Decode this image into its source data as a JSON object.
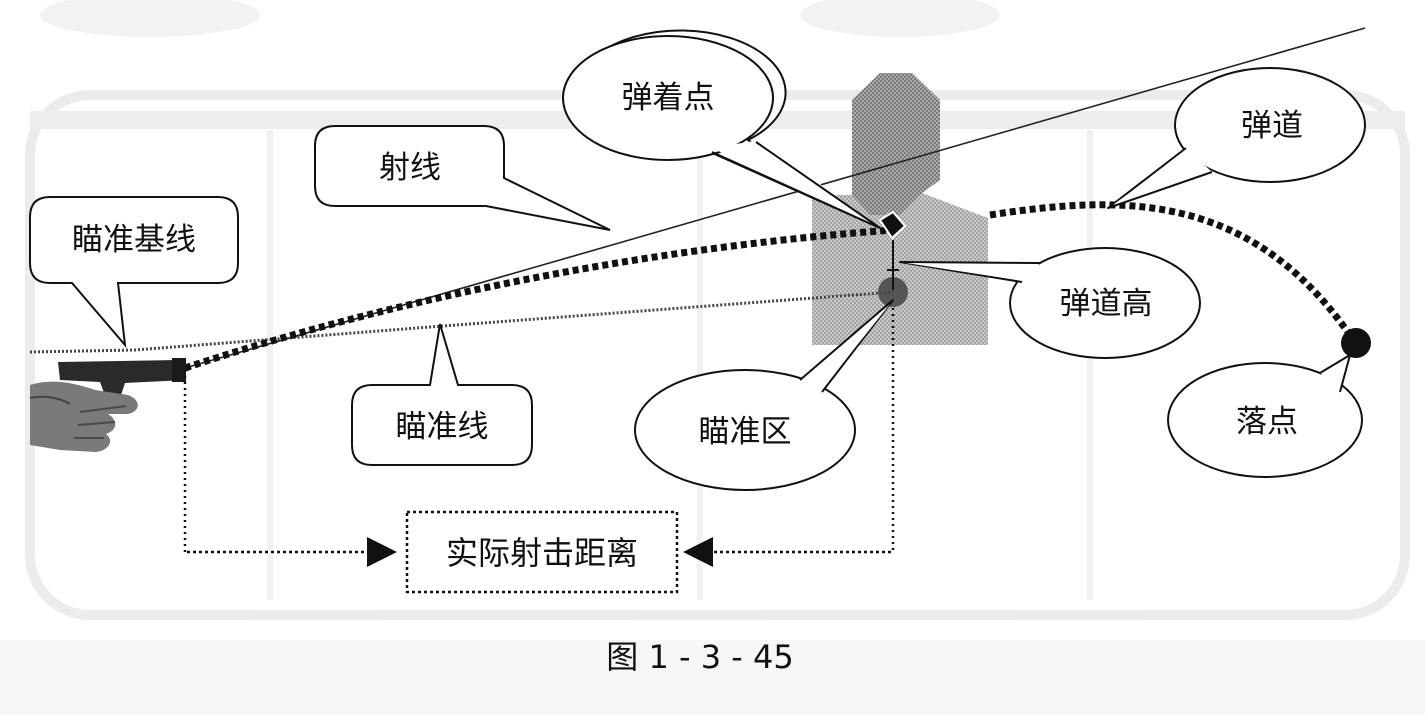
{
  "labels": {
    "aiming_baseline": "瞄准基线",
    "line_of_fire": "射线",
    "impact_point": "弹着点",
    "trajectory": "弹道",
    "trajectory_height": "弹道高",
    "line_of_sight": "瞄准线",
    "aiming_zone": "瞄准区",
    "landing_point": "落点",
    "actual_distance": "实际射击距离"
  },
  "caption": "图 1 - 3 - 45",
  "colors": {
    "ink": "#111111",
    "target_dark": "#9a9a9a",
    "target_light": "#c4c4c4",
    "background_ghost": "#e2e2e2"
  },
  "icons": {
    "shooter": "hand-with-pistol-icon"
  }
}
